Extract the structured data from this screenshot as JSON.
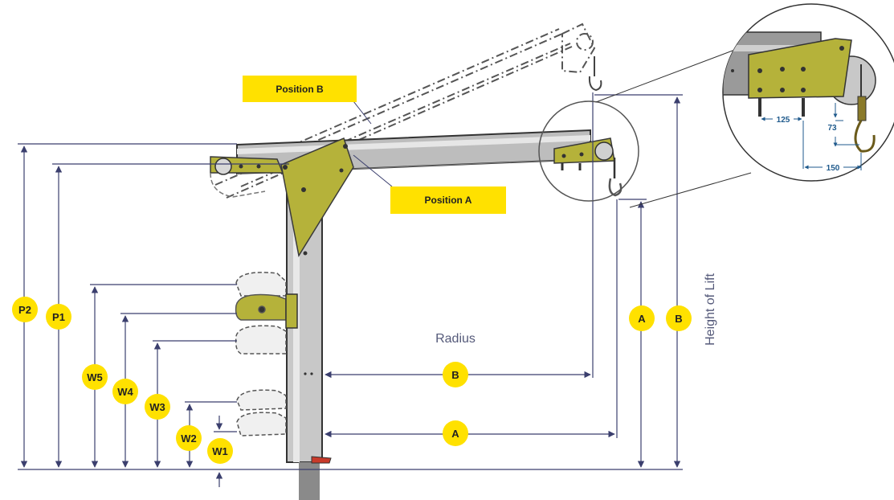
{
  "colors": {
    "dimension_line": "#3b3f6e",
    "badge_fill": "#ffe100",
    "tag_fill": "#ffe100",
    "crane_plate": "#b5b23a",
    "crane_outline": "#3a3a3a",
    "mast_fill": "#c8c8c8",
    "detail_dim": "#1f5a8c"
  },
  "icons": {
    "hook": "hook-icon",
    "pulley": "pulley-icon"
  },
  "tags": {
    "position_b": "Position B",
    "position_a": "Position A"
  },
  "labels": {
    "radius": "Radius",
    "height_of_lift": "Height of Lift"
  },
  "badges": {
    "p2": "P2",
    "p1": "P1",
    "w5": "W5",
    "w4": "W4",
    "w3": "W3",
    "w2": "W2",
    "w1": "W1",
    "radius_b": "B",
    "radius_a": "A",
    "height_a": "A",
    "height_b": "B"
  },
  "detail": {
    "dim_125": "125",
    "dim_73": "73",
    "dim_150": "150"
  }
}
